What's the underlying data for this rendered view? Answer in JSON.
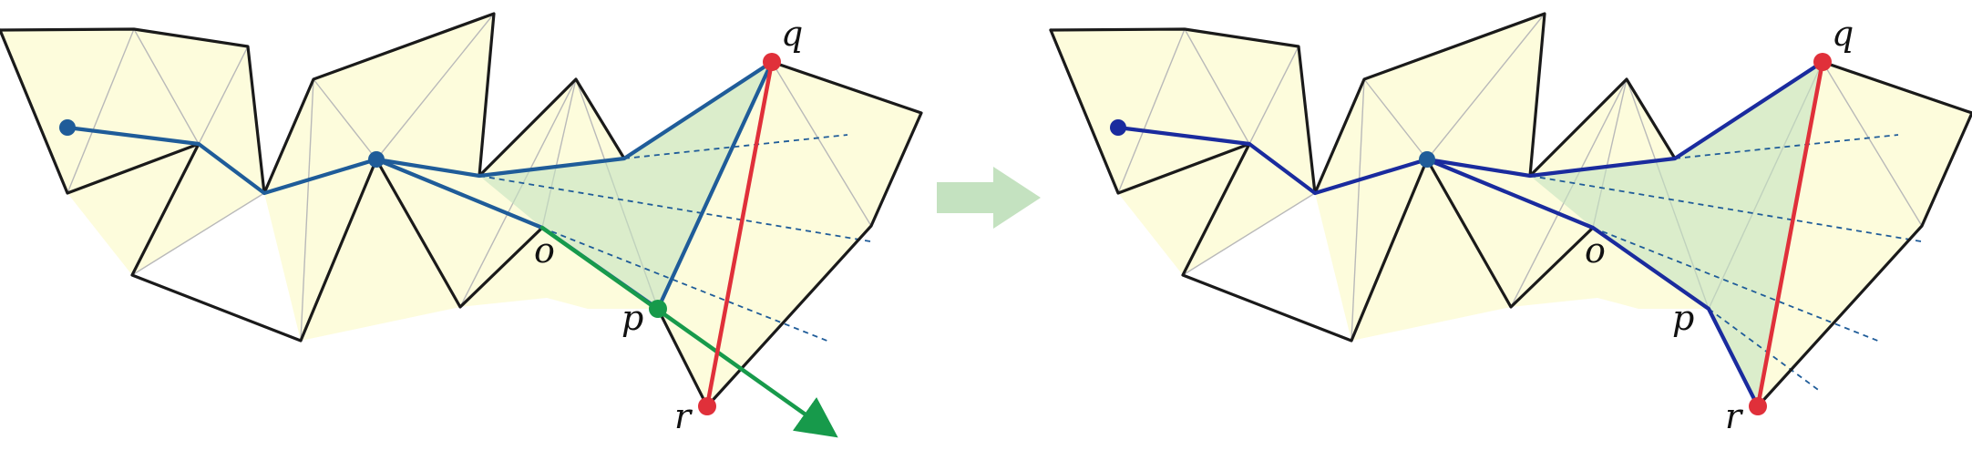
{
  "colors": {
    "polygon_fill": "#fdfcdc",
    "boundary": "#1a1a1a",
    "triangulation": "#b9b9b9",
    "funnel_path": "#1f5c99",
    "funnel_path_after": "#1a2b9e",
    "wedge": "#c4e2c0",
    "red_edge": "#e0303a",
    "green_ray": "#179a4b",
    "arrow": "#c4e2c0"
  },
  "labels": {
    "left": {
      "q": "q",
      "o": "o",
      "p": "p",
      "r": "r"
    },
    "right": {
      "q": "q",
      "o": "o",
      "p": "p",
      "r": "r"
    }
  },
  "transition_icon": "arrow-right-icon"
}
